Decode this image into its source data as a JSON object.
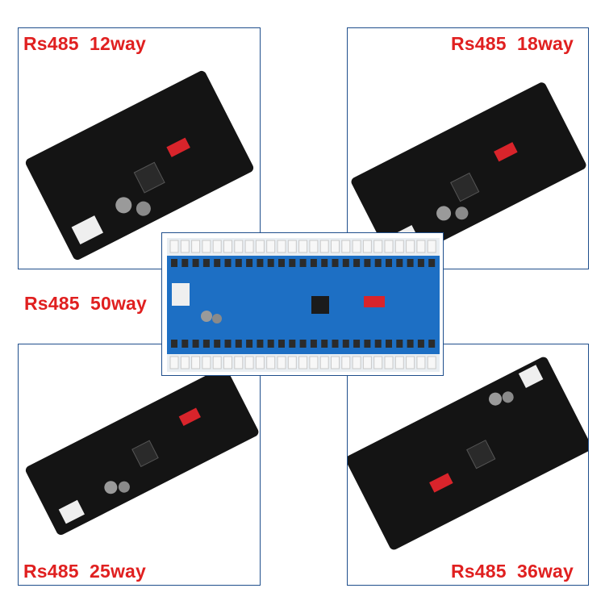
{
  "colors": {
    "label_red": "#e02020",
    "panel_border": "#1f4e8c",
    "board_black": "#141414",
    "board_blue": "#1d6fc4",
    "connector_white": "#f2f2f2",
    "dip_red": "#d9242b"
  },
  "labels": {
    "way12": "Rs485  12way",
    "way18": "Rs485  18way",
    "way50": "Rs485  50way",
    "way25": "Rs485  25way",
    "way36": "Rs485  36way"
  },
  "boards": [
    {
      "name": "12way",
      "color": "black",
      "relay_count": 12
    },
    {
      "name": "18way",
      "color": "black",
      "relay_count": 18
    },
    {
      "name": "50way",
      "color": "blue",
      "relay_count": 50
    },
    {
      "name": "25way",
      "color": "black",
      "relay_count": 25
    },
    {
      "name": "36way",
      "color": "black",
      "relay_count": 36
    }
  ]
}
